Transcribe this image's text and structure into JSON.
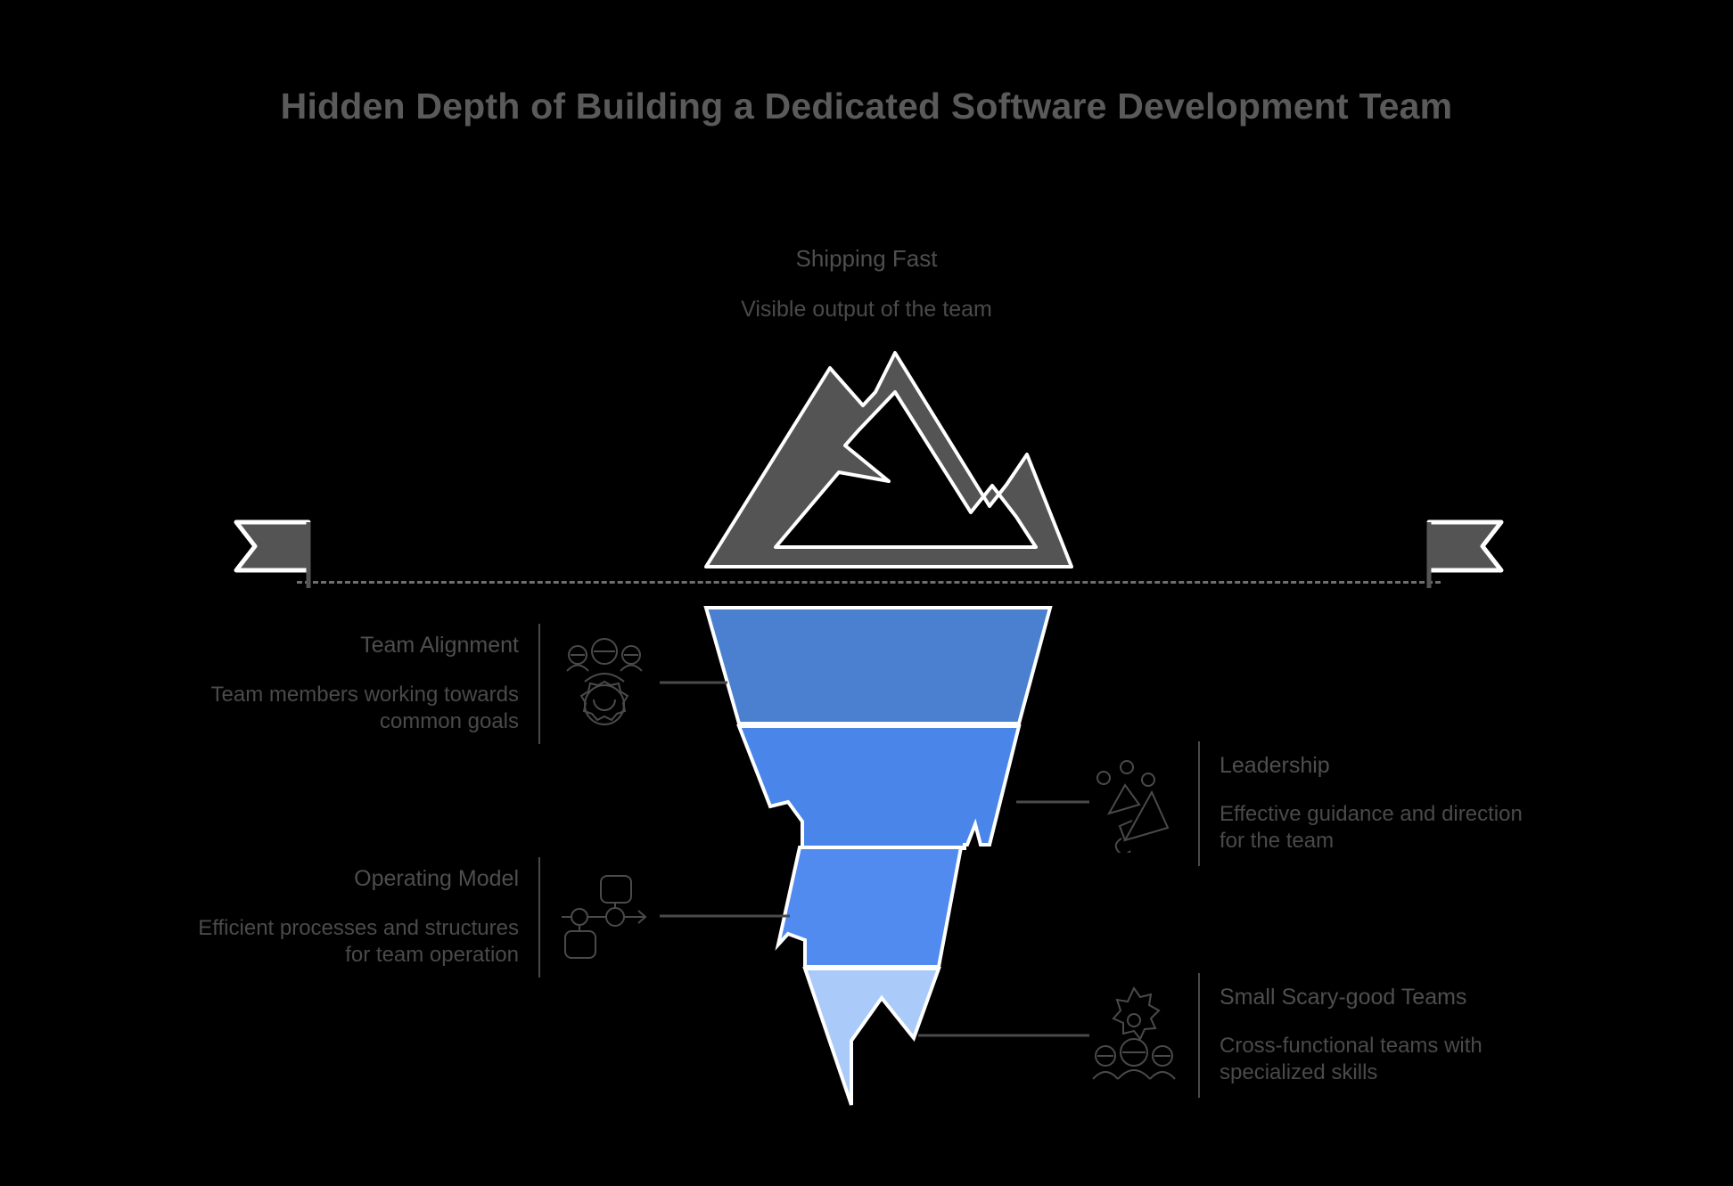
{
  "title": "Hidden Depth of Building a Dedicated Software Development Team",
  "colors": {
    "background": "#000000",
    "title_text": "#5a5a5a",
    "label_text": "#4e4e4e",
    "desc_text": "#4a4a4a",
    "waterline": "#6e6e6e",
    "connector": "#4a4a4a",
    "tip_fill": "#545454",
    "tip_stroke": "#ffffff",
    "flag_fill": "#545454",
    "flag_stroke": "#ffffff",
    "layer1": "#4a80cf",
    "layer2": "#4a86ea",
    "layer3": "#518bf0",
    "layer4": "#aacbf9",
    "layer_stroke": "#ffffff"
  },
  "above_water": {
    "heading": "Shipping Fast",
    "description": "Visible output of the team",
    "icon": "mountain-icon"
  },
  "waterline": {
    "left_flag_icon": "flag-left-icon",
    "right_flag_icon": "flag-right-icon",
    "style": "dashed"
  },
  "layers": [
    {
      "id": "team-alignment",
      "side": "left",
      "heading": "Team Alignment",
      "description": "Team members working towards\ncommon goals",
      "desc_line1": "Team members working towards",
      "desc_line2": "common goals",
      "icon": "people-gear-icon",
      "color": "#4a80cf"
    },
    {
      "id": "leadership",
      "side": "right",
      "heading": "Leadership",
      "description": "Effective guidance and direction\nfor the team",
      "desc_line1": "Effective guidance and direction",
      "desc_line2": "for the team",
      "icon": "megaphone-icon",
      "color": "#4a86ea"
    },
    {
      "id": "operating-model",
      "side": "left",
      "heading": "Operating Model",
      "description": "Efficient processes and structures\nfor team operation",
      "desc_line1": "Efficient processes and structures",
      "desc_line2": "for team operation",
      "icon": "flowchart-icon",
      "color": "#518bf0"
    },
    {
      "id": "small-scary-good-teams",
      "side": "right",
      "heading": "Small Scary-good Teams",
      "description": "Cross-functional teams with\nspecialized skills",
      "desc_line1": "Cross-functional teams with",
      "desc_line2": "specialized skills",
      "icon": "flower-people-icon",
      "color": "#aacbf9"
    }
  ],
  "chart_data": {
    "type": "diagram",
    "subtype": "iceberg",
    "title": "Hidden Depth of Building a Dedicated Software Development Team",
    "visible_portion": {
      "label": "Shipping Fast",
      "description": "Visible output of the team"
    },
    "hidden_portion": [
      {
        "label": "Team Alignment",
        "description": "Team members working towards common goals"
      },
      {
        "label": "Leadership",
        "description": "Effective guidance and direction for the team"
      },
      {
        "label": "Operating Model",
        "description": "Efficient processes and structures for team operation"
      },
      {
        "label": "Small Scary-good Teams",
        "description": "Cross-functional teams with specialized skills"
      }
    ]
  }
}
